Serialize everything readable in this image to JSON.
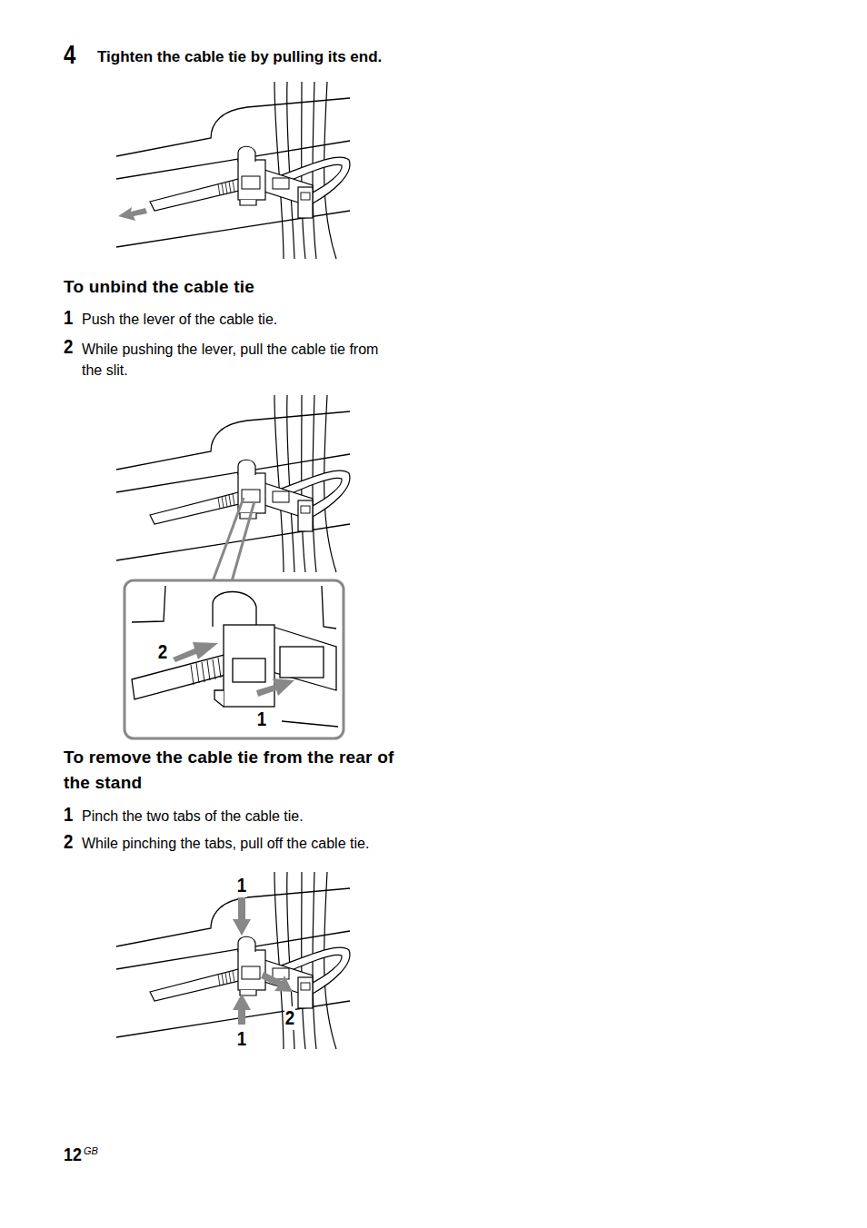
{
  "diagram": {
    "labels": [
      "4",
      "Tighten the cable tie by pulling its end.",
      "To unbind the cable tie",
      "1",
      "Push the lever of the cable tie.",
      "2",
      "While pushing the lever, pull the cable tie from the slit.",
      "2",
      "1",
      "To remove the cable tie from the rear of the stand",
      "1",
      "Pinch the two tabs of the cable tie.",
      "2",
      "While pinching the tabs, pull off the cable tie.",
      "1",
      "2",
      "1",
      "12",
      "GB"
    ]
  }
}
